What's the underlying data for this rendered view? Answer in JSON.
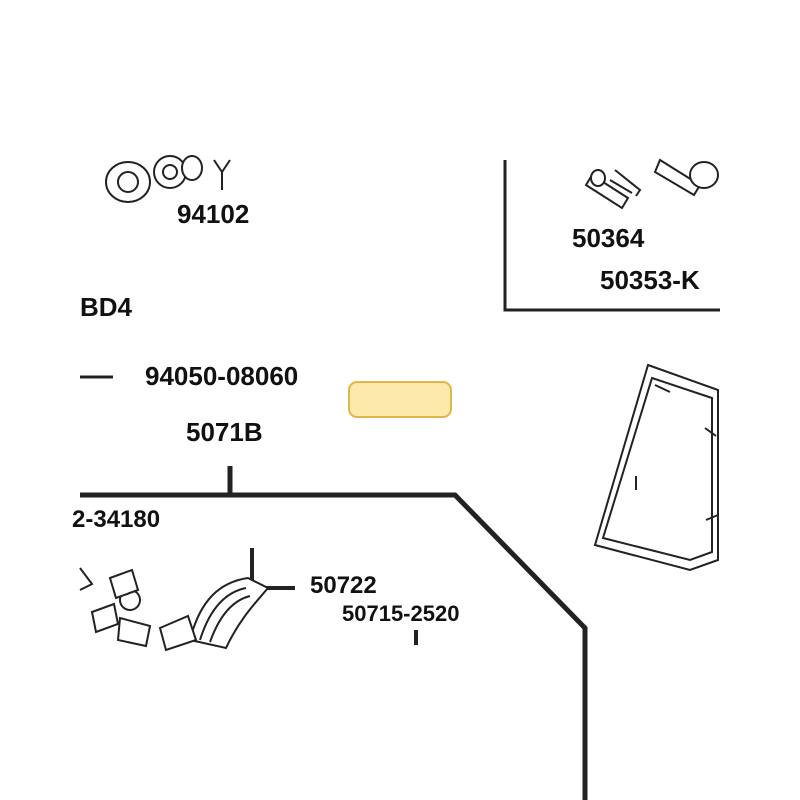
{
  "parts": {
    "p94102": "94102",
    "p50364": "50364",
    "p50353": "50353-K",
    "bd4": "BD4",
    "p94050": "94050-08060",
    "p5071b": "5071B",
    "p34180": "2-34180",
    "p50722": "50722",
    "p50715": "50715-2520"
  },
  "highlight": {
    "color": "#fde9ab",
    "border_color": "#e0b64a"
  }
}
